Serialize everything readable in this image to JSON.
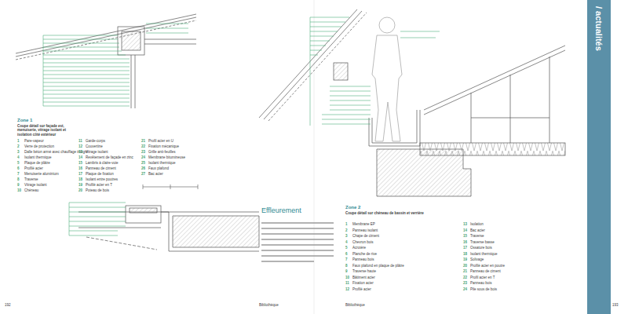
{
  "diagram": {
    "nodes": [
      {
        "text": [
          "/ actualités"
        ]
      }
    ],
    "labels": [
      "Zone 1",
      "Coupe détail sur façade est, menuiserie, vitrage isolant et isolation côté extérieur",
      "1",
      "Pare-vapeur",
      "2",
      "Verre de protection",
      "3",
      "Dalle béton armé avec chauffage intégré",
      "4",
      "Isolant thermique",
      "5",
      "Plaque de plâtre",
      "6",
      "Profilé acier",
      "7",
      "Menuiserie aluminium",
      "8",
      "Traverse",
      "9",
      "Vitrage isolant",
      "10",
      "Chéneau",
      "11",
      "Garde-corps",
      "12",
      "Couvertine",
      "13",
      "Vitrage isolant",
      "14",
      "Revêtement de façade en zinc",
      "15",
      "Lambris à claire-voie",
      "16",
      "Panneau de ciment",
      "17",
      "Plaque de fixation",
      "18",
      "Isolant entre poutres",
      "19",
      "Profilé acier en T",
      "20",
      "Poteau de bois",
      "21",
      "Profil acier en U",
      "22",
      "Fixation mécanique",
      "23",
      "Grille anti-feuilles",
      "24",
      "Membrane bitumineuse",
      "25",
      "Isolant thermique",
      "26",
      "Faux plafond",
      "27",
      "Bac acier",
      "Effleurement",
      "Zone 2",
      "Coupe détail sur chéneau de bassin et verrière",
      "1",
      "Membrane EP",
      "2",
      "Panneau isolant",
      "3",
      "Chape de ciment",
      "4",
      "Chevron bois",
      "5",
      "Acrotère",
      "6",
      "Planche de rive",
      "7",
      "Panneau bois",
      "8",
      "Faux plafond en plaque de plâtre",
      "9",
      "Traverse haute",
      "10",
      "Bâtiment acier",
      "11",
      "Fixation acier",
      "12",
      "Profilé acier",
      "13",
      "Isolation",
      "14",
      "Bac acier",
      "15",
      "Traverse",
      "16",
      "Traverse basse",
      "17",
      "Ossature bois",
      "18",
      "Isolant thermique",
      "19",
      "Solivage",
      "20",
      "Profilé acier en poutre",
      "21",
      "Panneau de ciment",
      "22",
      "Profil acier en T",
      "23",
      "Panneau bois",
      "24",
      "Pile sous de bois",
      "192",
      "Bibliothèque",
      "Bibliothèque",
      "193"
    ]
  }
}
